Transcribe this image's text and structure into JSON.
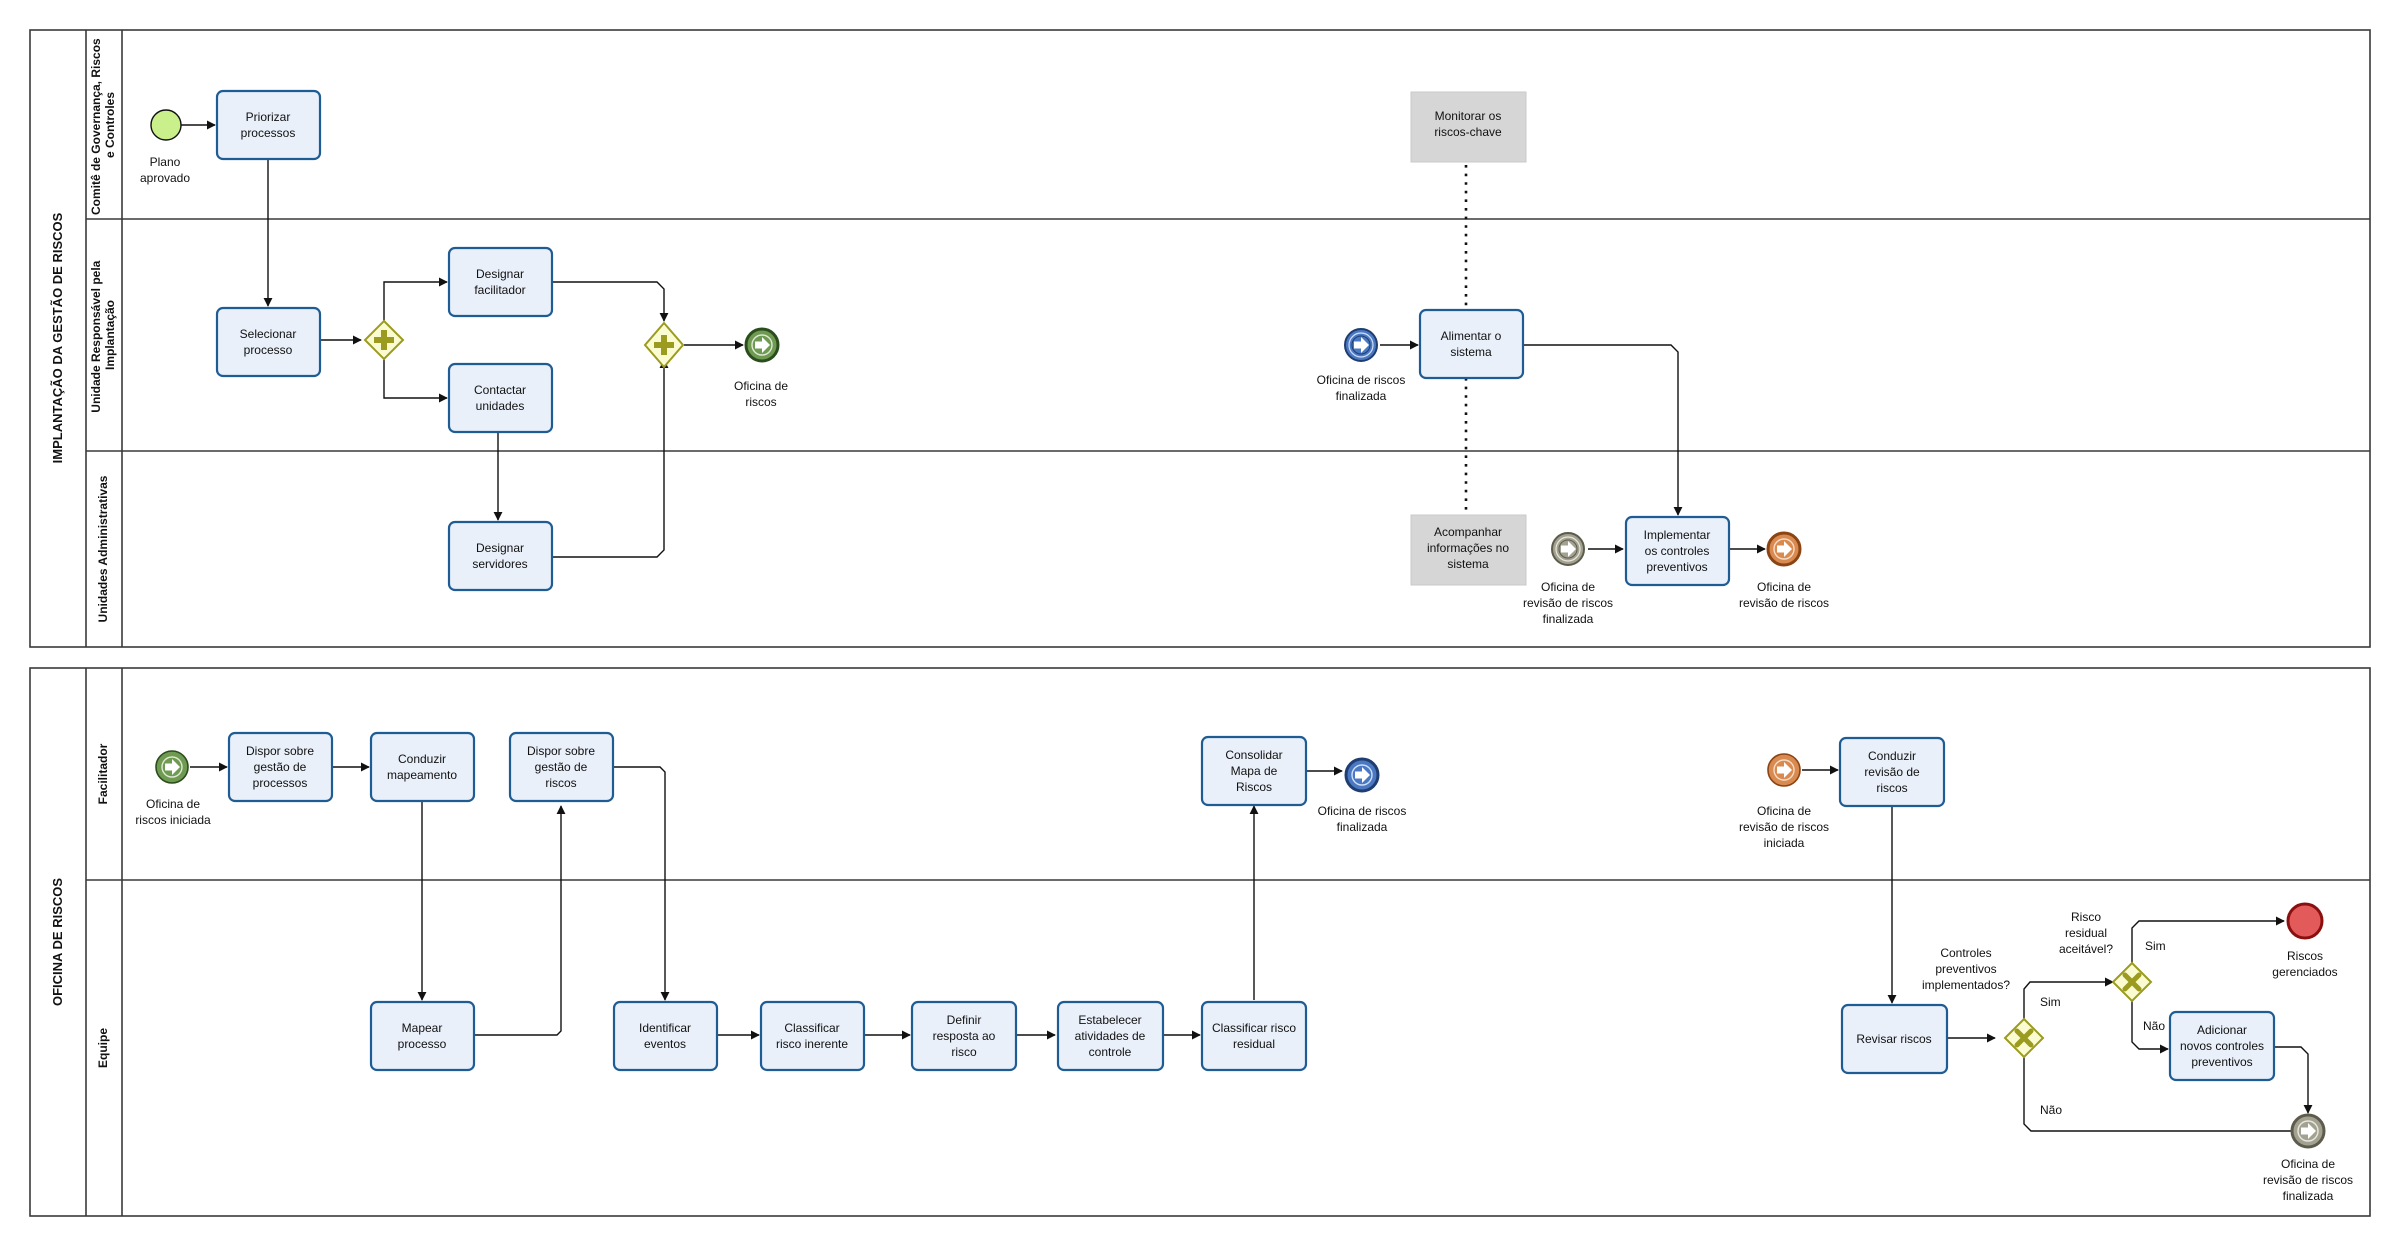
{
  "pools": {
    "pool1": {
      "title": "IMPLANTAÇÃO DA GESTÃO DE RISCOS",
      "lane1_title_line1": "Comitê de Governança, Riscos",
      "lane1_title_line2": "e Controles",
      "lane2_title_line1": "Unidade Responsável pela",
      "lane2_title_line2": "Implantação",
      "lane3_title": "Unidades Administrativas"
    },
    "pool2": {
      "title": "OFICINA DE RISCOS",
      "lane1_title": "Facilitador",
      "lane2_title": "Equipe"
    }
  },
  "tasks": {
    "priorizar": [
      "Priorizar",
      "processos"
    ],
    "selecionar": [
      "Selecionar",
      "processo"
    ],
    "designar_facilitador": [
      "Designar",
      "facilitador"
    ],
    "contactar": [
      "Contactar",
      "unidades"
    ],
    "designar_servidores": [
      "Designar",
      "servidores"
    ],
    "alimentar": [
      "Alimentar o",
      "sistema"
    ],
    "implementar": [
      "Implementar",
      "os controles",
      "preventivos"
    ],
    "dispor_processos": [
      "Dispor sobre",
      "gestão de",
      "processos"
    ],
    "conduzir_mapeamento": [
      "Conduzir",
      "mapeamento"
    ],
    "dispor_riscos": [
      "Dispor sobre",
      "gestão de",
      "riscos"
    ],
    "mapear": [
      "Mapear",
      "processo"
    ],
    "identificar": [
      "Identificar",
      "eventos"
    ],
    "classificar_inerente": [
      "Classificar",
      "risco inerente"
    ],
    "definir_resposta": [
      "Definir",
      "resposta ao",
      "risco"
    ],
    "estabelecer": [
      "Estabelecer",
      "atividades de",
      "controle"
    ],
    "classificar_residual": [
      "Classificar risco",
      "residual"
    ],
    "consolidar": [
      "Consolidar",
      "Mapa de",
      "Riscos"
    ],
    "conduzir_revisao": [
      "Conduzir",
      "revisão de",
      "riscos"
    ],
    "revisar": [
      "Revisar riscos"
    ],
    "adicionar": [
      "Adicionar",
      "novos controles",
      "preventivos"
    ]
  },
  "artifacts": {
    "monitorar": [
      "Monitorar os",
      "riscos-chave"
    ],
    "acompanhar": [
      "Acompanhar",
      "informações no",
      "sistema"
    ]
  },
  "events": {
    "plano_aprovado": [
      "Plano",
      "aprovado"
    ],
    "oficina_riscos_end": [
      "Oficina de",
      "riscos"
    ],
    "oficina_finalizada_catch": [
      "Oficina de riscos",
      "finalizada"
    ],
    "revisao_finalizada_catch": [
      "Oficina de",
      "revisão de riscos",
      "finalizada"
    ],
    "revisao_throw": [
      "Oficina de",
      "revisão de riscos"
    ],
    "oficina_iniciada": [
      "Oficina de",
      "riscos iniciada"
    ],
    "oficina_finalizada_end": [
      "Oficina de riscos",
      "finalizada"
    ],
    "revisao_iniciada": [
      "Oficina de",
      "revisão de riscos",
      "iniciada"
    ],
    "riscos_gerenciados": [
      "Riscos",
      "gerenciados"
    ],
    "revisao_finalizada_end": [
      "Oficina de",
      "revisão de riscos",
      "finalizada"
    ]
  },
  "gateways": {
    "controles_implementados": [
      "Controles",
      "preventivos",
      "implementados?"
    ],
    "risco_residual": [
      "Risco",
      "residual",
      "aceitável?"
    ]
  },
  "flow_labels": {
    "sim1": "Sim",
    "nao1": "Não",
    "sim2": "Sim",
    "nao2": "Não"
  },
  "colors": {
    "task_fill": "#e9f0fa",
    "task_stroke": "#1f5c93",
    "start_plain": "#c9f08a",
    "start_green": "#6f9a52",
    "message_blue": "#4a78c2",
    "message_gray": "#a3a190",
    "message_orange": "#d98a50",
    "end_red": "#e35a5a",
    "gateway": "#9b9b1f"
  }
}
